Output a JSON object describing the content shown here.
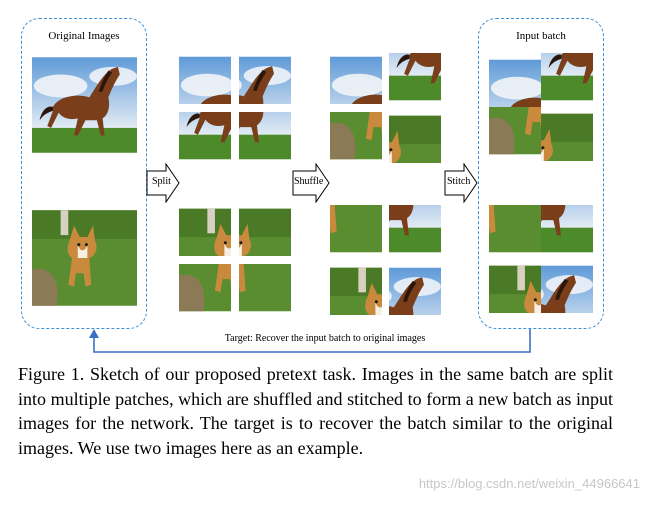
{
  "figure": {
    "panel_left_title": "Original Images",
    "panel_right_title": "Input batch",
    "arrow_split": "Split",
    "arrow_shuffle": "Shuffle",
    "arrow_stitch": "Stitch",
    "target_label": "Target: Recover the input batch to original images",
    "accent_color": "#3b8fd6"
  },
  "caption": {
    "text": "Figure 1. Sketch of our proposed pretext task.  Images in the same batch are split into multiple patches, which are shuffled and stitched to form a new batch as input images for the network. The target is to recover the batch similar to the original images. We use two images here as an example."
  },
  "watermark": "https://blog.csdn.net/weixin_44966641"
}
